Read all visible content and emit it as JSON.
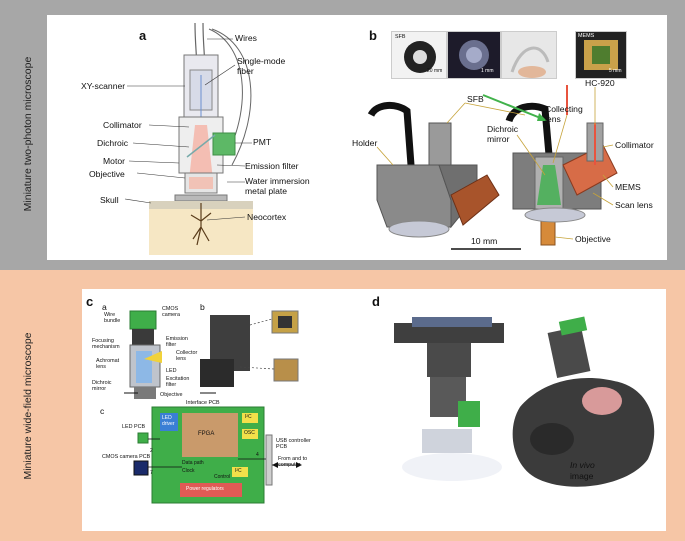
{
  "sections": {
    "top": "Miniature two-photon microscope",
    "bottom": "Miniature wide-field microscope"
  },
  "panel_a": {
    "letter": "a",
    "wires": "Wires",
    "xy_scanner": "XY-scanner",
    "single_mode_fiber": "Single-mode\nfiber",
    "collimator": "Collimator",
    "pmt": "PMT",
    "dichroic": "Dichroic",
    "motor": "Motor",
    "emission_filter": "Emission filter",
    "objective": "Objective",
    "water_plate": "Water immersion\nmetal plate",
    "skull": "Skull",
    "neocortex": "Neocortex"
  },
  "panel_b": {
    "letter": "b",
    "sfb_photo": "SFB",
    "mems_photo": "MEMS",
    "scale_20mm": "20 mm",
    "scale_1mm": "1 mm",
    "scale_5mm": "5 mm",
    "sfb": "SFB",
    "holder": "Holder",
    "collecting_lens": "Collecting\nlens",
    "hc920": "HC-920",
    "dichroic_mirror": "Dichroic\nmirror",
    "collimator": "Collimator",
    "mems": "MEMS",
    "scan_lens": "Scan lens",
    "objective": "Objective",
    "scale_10mm": "10 mm"
  },
  "panel_c": {
    "letter": "c",
    "sub_a": "a",
    "sub_b": "b",
    "sub_c": "c",
    "wire_bundle": "Wire\nbundle",
    "cmos_camera": "CMOS\ncamera",
    "focusing": "Focusing\nmechanism",
    "emission_filter": "Emission\nfilter",
    "collector_lens": "Collector\nlens",
    "achromat_lens": "Achromat\nlens",
    "led": "LED",
    "excitation_filter": "Excitation\nfilter",
    "dichroic_mirror": "Dichroic\nmirror",
    "objective": "Objective",
    "interface_pcb": "Interface PCB",
    "led_pcb": "LED PCB",
    "cmos_camera_pcb": "CMOS camera PCB",
    "led_driver": "LED\ndriver",
    "fpga": "FPGA",
    "fc": "I²C",
    "osc": "OSC",
    "data_path": "Data path",
    "clock": "Clock",
    "control": "Control",
    "fc2": "I²C",
    "power": "Power regulators",
    "usb_pcb": "USB controller\nPCB",
    "from_to": "From and to\ncomputer",
    "n2": "2",
    "n7": "7",
    "n4": "4"
  },
  "panel_d": {
    "letter": "d",
    "in_vivo": "In vivo",
    "image": "image"
  },
  "colors": {
    "top_band": "#a7a7a7",
    "bottom_band": "#f6c6a6",
    "pcb_green": "#3fae49",
    "power_red": "#e05a55",
    "fpga_brown": "#c99a6b",
    "laser_red": "#e8533e",
    "beam_green": "#41b24b"
  }
}
